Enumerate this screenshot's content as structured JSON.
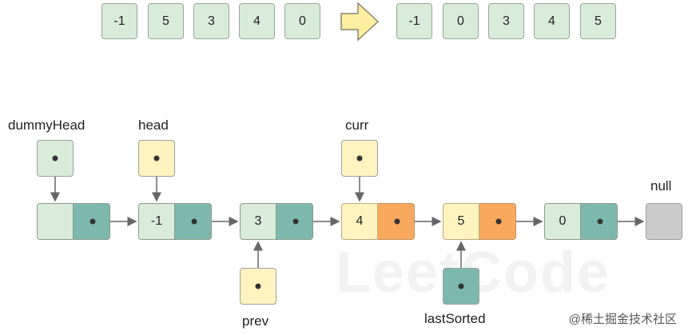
{
  "input_array": [
    "-1",
    "5",
    "3",
    "4",
    "0"
  ],
  "output_array": [
    "-1",
    "0",
    "3",
    "4",
    "5"
  ],
  "nodes": [
    "",
    "-1",
    "3",
    "4",
    "5",
    "0"
  ],
  "labels": {
    "dummyHead": "dummyHead",
    "head": "head",
    "curr": "curr",
    "prev": "prev",
    "lastSorted": "lastSorted",
    "null": "null"
  },
  "watermark": "@稀土掘金技术社区",
  "colors": {
    "green": "#d9ebd9",
    "teal": "#7cb8ae",
    "yellow": "#fff3c0",
    "orange": "#f8a95e",
    "gray": "#cccccc",
    "arrow_yellow": "#ffefa0"
  }
}
